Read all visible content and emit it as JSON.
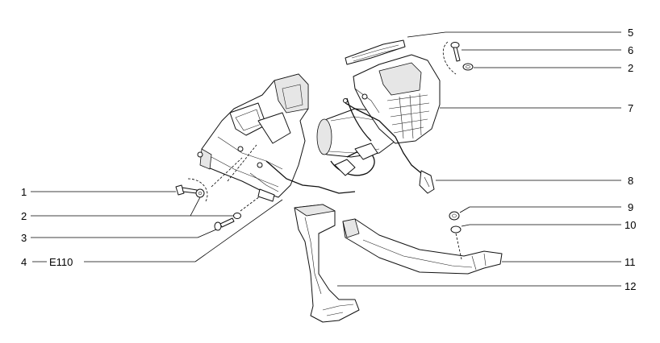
{
  "callouts": [
    {
      "id": "1",
      "label": "1"
    },
    {
      "id": "2",
      "label": "2"
    },
    {
      "id": "3",
      "label": "3"
    },
    {
      "id": "4",
      "label": "4"
    },
    {
      "id": "4-code",
      "label": "E110"
    },
    {
      "id": "5",
      "label": "5"
    },
    {
      "id": "6",
      "label": "6"
    },
    {
      "id": "2b",
      "label": "2"
    },
    {
      "id": "7",
      "label": "7"
    },
    {
      "id": "8",
      "label": "8"
    },
    {
      "id": "9",
      "label": "9"
    },
    {
      "id": "10",
      "label": "10"
    },
    {
      "id": "11",
      "label": "11"
    },
    {
      "id": "12",
      "label": "12"
    }
  ]
}
